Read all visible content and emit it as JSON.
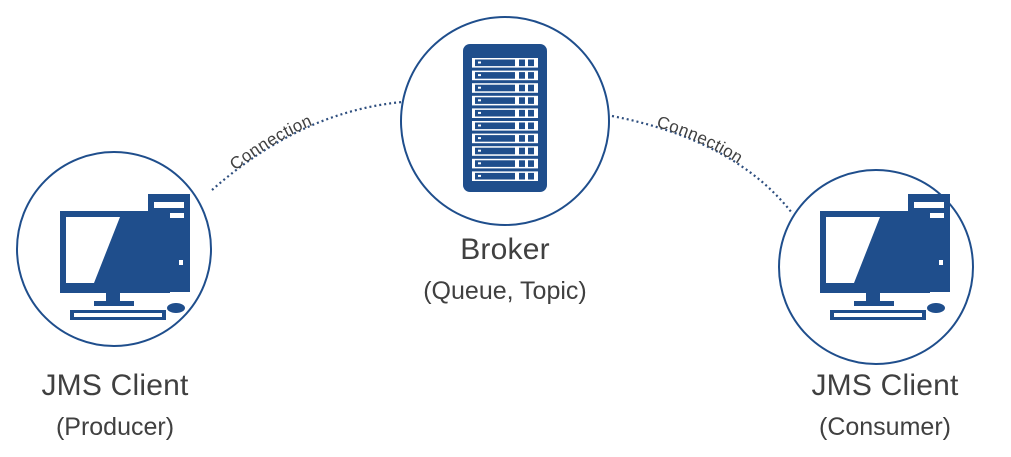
{
  "colors": {
    "accent": "#1f4e8c",
    "line": "#3a5f8f",
    "text": "#404040",
    "screen_highlight": "#ffffff"
  },
  "connections": [
    {
      "label": "Connection"
    },
    {
      "label": "Connection"
    }
  ],
  "nodes": {
    "producer": {
      "icon": "desktop-computer-icon",
      "title": "JMS Client",
      "subtitle": "(Producer)"
    },
    "broker": {
      "icon": "server-rack-icon",
      "title": "Broker",
      "subtitle": "(Queue, Topic)"
    },
    "consumer": {
      "icon": "desktop-computer-icon",
      "title": "JMS Client",
      "subtitle": "(Consumer)"
    }
  }
}
